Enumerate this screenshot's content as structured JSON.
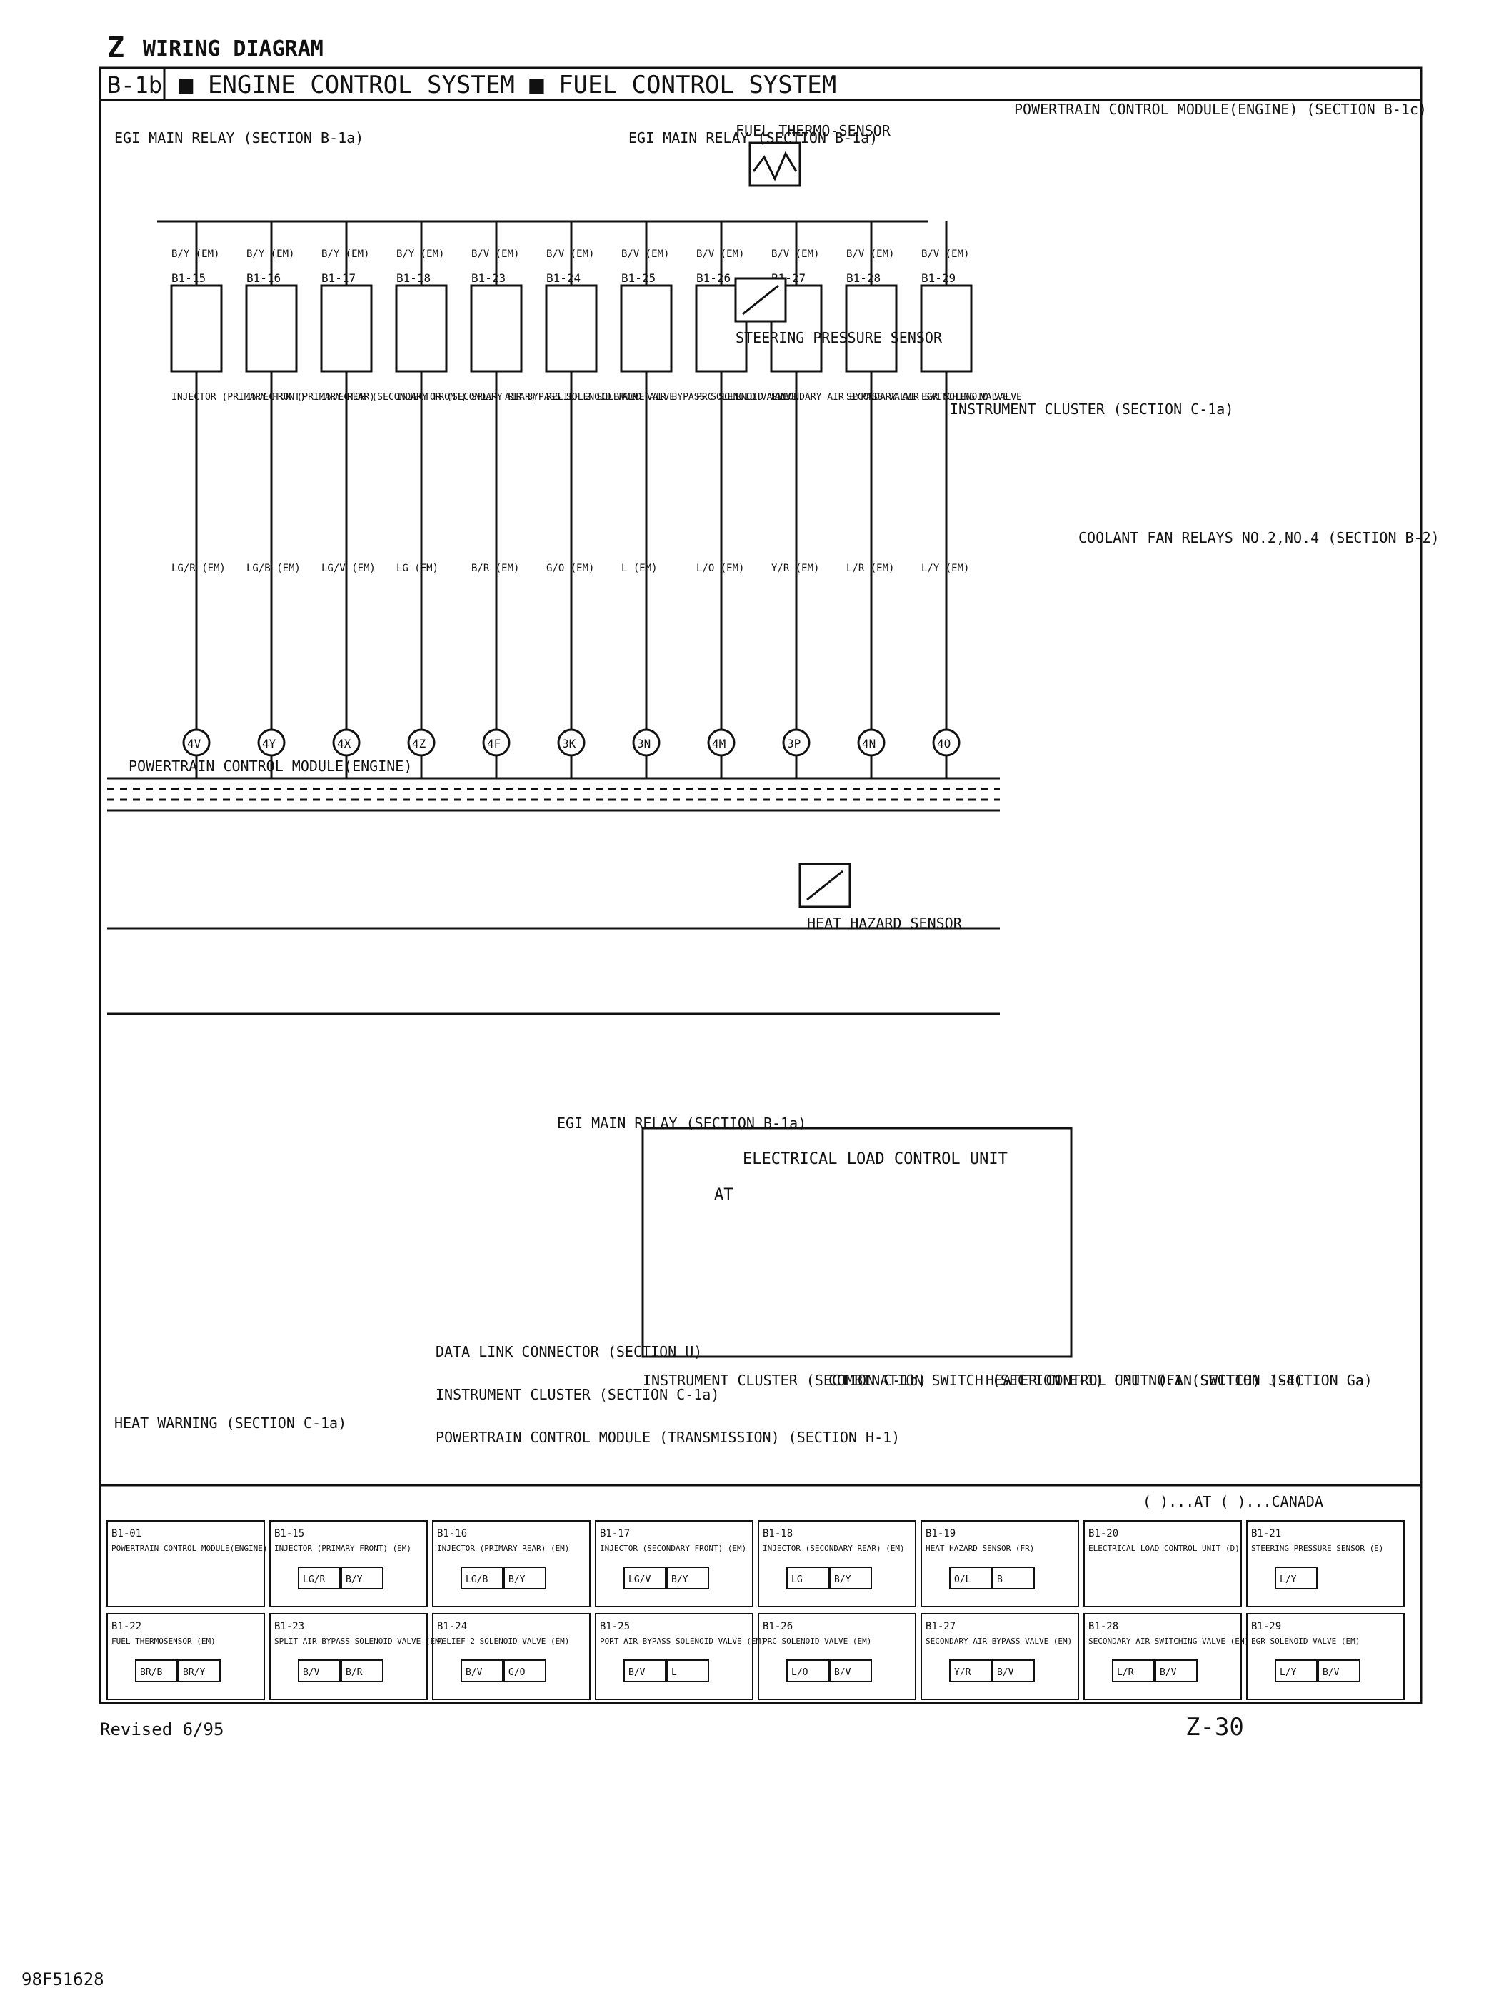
{
  "header": {
    "section_letter": "Z",
    "section_title": "WIRING DIAGRAM",
    "page_code": "B-1b",
    "diagram_title": "■ ENGINE CONTROL SYSTEM ■ FUEL CONTROL SYSTEM",
    "page_number": "Z-30",
    "revised": "Revised 6/95",
    "doc_id": "98F51628"
  },
  "components": [
    {
      "id": "B1-15",
      "name": "INJECTOR (PRIMARY FRONT)",
      "wire_in": "B/Y (EM)",
      "wire_out": "LG/R (EM)",
      "pcm_pin": "4V"
    },
    {
      "id": "B1-16",
      "name": "INJECTOR (PRIMARY REAR)",
      "wire_in": "B/Y (EM)",
      "wire_out": "LG/B (EM)",
      "pcm_pin": "4Y"
    },
    {
      "id": "B1-17",
      "name": "INJECTOR (SECONDARY FRONT)",
      "wire_in": "B/Y (EM)",
      "wire_out": "LG/V (EM)",
      "pcm_pin": "4X"
    },
    {
      "id": "B1-18",
      "name": "INJECTOR (SECONDARY REAR)",
      "wire_in": "B/Y (EM)",
      "wire_out": "LG (EM)",
      "pcm_pin": "4Z"
    },
    {
      "id": "B1-23",
      "name": "SPLIT AIR BYPASS SOLENOID VALVE",
      "wire_in": "B/V (EM)",
      "wire_out": "B/R (EM)",
      "pcm_pin": "4F"
    },
    {
      "id": "B1-24",
      "name": "RELIEF 2 SOLENOID VALVE",
      "wire_in": "B/V (EM)",
      "wire_out": "G/O (EM)",
      "pcm_pin": "3K"
    },
    {
      "id": "B1-25",
      "name": "PORT AIR BYPASS SOLENOID VALVE",
      "wire_in": "B/V (EM)",
      "wire_out": "L (EM)",
      "pcm_pin": "3N"
    },
    {
      "id": "B1-26",
      "name": "PRC SOLENOID VALVE",
      "wire_in": "B/V (EM)",
      "wire_out": "L/O (EM)",
      "pcm_pin": "4M"
    },
    {
      "id": "B1-27",
      "name": "SECONDARY AIR BYPASS VALVE",
      "wire_in": "B/V (EM)",
      "wire_out": "Y/R (EM)",
      "pcm_pin": "3P"
    },
    {
      "id": "B1-28",
      "name": "SECONDARY AIR SWITCHING VALVE",
      "wire_in": "B/V (EM)",
      "wire_out": "L/R (EM)",
      "pcm_pin": "4N"
    },
    {
      "id": "B1-29",
      "name": "EGR SOLENOID VALVE",
      "wire_in": "B/V (EM)",
      "wire_out": "L/Y (EM)",
      "pcm_pin": "4O"
    }
  ],
  "labels": {
    "egi_relay_11": "EGI MAIN RELAY (SECTION B-1a)",
    "egi_relay_15": "EGI MAIN RELAY (SECTION B-1a)",
    "egi_relay_18": "EGI MAIN RELAY (SECTION B-1a)",
    "pcm": "POWERTRAIN CONTROL MODULE(ENGINE)",
    "pcm_right": "POWERTRAIN CONTROL MODULE(ENGINE) (SECTION B-1c)",
    "elcu": "ELECTRICAL LOAD CONTROL UNIT",
    "heat_hazard": "HEAT HAZARD SENSOR",
    "heat_warning": "HEAT WARNING (SECTION C-1a)",
    "dlc": "DATA LINK CONNECTOR (SECTION U)",
    "inst_cluster_18": "INSTRUMENT CLUSTER (SECTION C-1a)",
    "pcm_trans": "POWERTRAIN CONTROL MODULE (TRANSMISSION) (SECTION H-1)",
    "inst_cluster_25": "INSTRUMENT CLUSTER (SECTION C-1b)",
    "comb_switch": "COMBINATION SWITCH (SECTION E-1)",
    "heater": "HEATER CONTROL UNIT (FAN SWITCH) (SECTION Ga)",
    "cpu": "CPU NO.1 (SECTION J-4)",
    "coolant": "COOLANT FAN RELAYS NO.2,NO.4 (SECTION B-2)",
    "inst_cluster_30": "INSTRUMENT CLUSTER (SECTION C-1a)",
    "steering": "STEERING PRESSURE SENSOR",
    "fuel_thermo": "FUEL THERMO-SENSOR",
    "at": "AT"
  },
  "connectors_bottom": [
    {
      "id": "B1-01",
      "name": "POWERTRAIN CONTROL MODULE(ENGINE)"
    },
    {
      "id": "B1-15",
      "name": "INJECTOR (PRIMARY FRONT) (EM)",
      "pins": [
        "LG/R",
        "B/Y"
      ]
    },
    {
      "id": "B1-16",
      "name": "INJECTOR (PRIMARY REAR) (EM)",
      "pins": [
        "LG/B",
        "B/Y"
      ]
    },
    {
      "id": "B1-17",
      "name": "INJECTOR (SECONDARY FRONT) (EM)",
      "pins": [
        "LG/V",
        "B/Y"
      ]
    },
    {
      "id": "B1-18",
      "name": "INJECTOR (SECONDARY REAR) (EM)",
      "pins": [
        "LG",
        "B/Y"
      ]
    },
    {
      "id": "B1-19",
      "name": "HEAT HAZARD SENSOR (FR)",
      "pins": [
        "O/L",
        "B"
      ]
    },
    {
      "id": "B1-20",
      "name": "ELECTRICAL LOAD CONTROL UNIT (D)"
    },
    {
      "id": "B1-21",
      "name": "STEERING PRESSURE SENSOR (E)",
      "pins": [
        "L/Y"
      ]
    },
    {
      "id": "B1-22",
      "name": "FUEL THERMOSENSOR (EM)",
      "pins": [
        "BR/B",
        "BR/Y"
      ]
    },
    {
      "id": "B1-23",
      "name": "SPLIT AIR BYPASS SOLENOID VALVE (EM)",
      "pins": [
        "B/V",
        "B/R"
      ]
    },
    {
      "id": "B1-24",
      "name": "RELIEF 2 SOLENOID VALVE (EM)",
      "pins": [
        "B/V",
        "G/O"
      ]
    },
    {
      "id": "B1-25",
      "name": "PORT AIR BYPASS SOLENOID VALVE (EM)",
      "pins": [
        "B/V",
        "L"
      ]
    },
    {
      "id": "B1-26",
      "name": "PRC SOLENOID VALVE (EM)",
      "pins": [
        "L/O",
        "B/V"
      ]
    },
    {
      "id": "B1-27",
      "name": "SECONDARY AIR BYPASS VALVE (EM)",
      "pins": [
        "Y/R",
        "B/V"
      ]
    },
    {
      "id": "B1-28",
      "name": "SECONDARY AIR SWITCHING VALVE (EM)",
      "pins": [
        "L/R",
        "B/V"
      ]
    },
    {
      "id": "B1-29",
      "name": "EGR SOLENOID VALVE (EM)",
      "pins": [
        "L/Y",
        "B/V"
      ]
    }
  ],
  "legend_note": "( )...AT ( )...CANADA"
}
